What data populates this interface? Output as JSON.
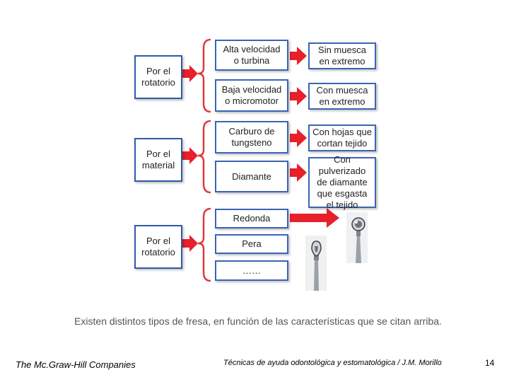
{
  "groups": [
    {
      "category": "Por el\nrotatorio",
      "options": [
        {
          "label": "Alta velocidad\no turbina",
          "result": "Sin muesca\nen extremo"
        },
        {
          "label": "Baja velocidad\no micromotor",
          "result": "Con muesca\nen extremo"
        }
      ]
    },
    {
      "category": "Por el\nmaterial",
      "options": [
        {
          "label": "Carburo de\ntungsteno",
          "result": "Con hojas que\ncortan tejido"
        },
        {
          "label": "Diamante",
          "result": "Con pulverizado\nde diamante\nque esgasta\nel tejido"
        }
      ]
    },
    {
      "category": "Por el\nrotatorio",
      "options": [
        {
          "label": "Redonda"
        },
        {
          "label": "Pera"
        },
        {
          "label": "……"
        }
      ]
    }
  ],
  "colors": {
    "box_border": "#3c64b4",
    "arrow": "#e8202a",
    "brace": "#e03a3a"
  },
  "caption": "Existen distintos tipos de fresa, en función de las características que se citan arriba.",
  "footer": {
    "publisher": "The Mc.Graw-Hill Companies",
    "book": "Técnicas de ayuda odontológica y estomatológica / J.M. Morillo",
    "page": "14"
  }
}
